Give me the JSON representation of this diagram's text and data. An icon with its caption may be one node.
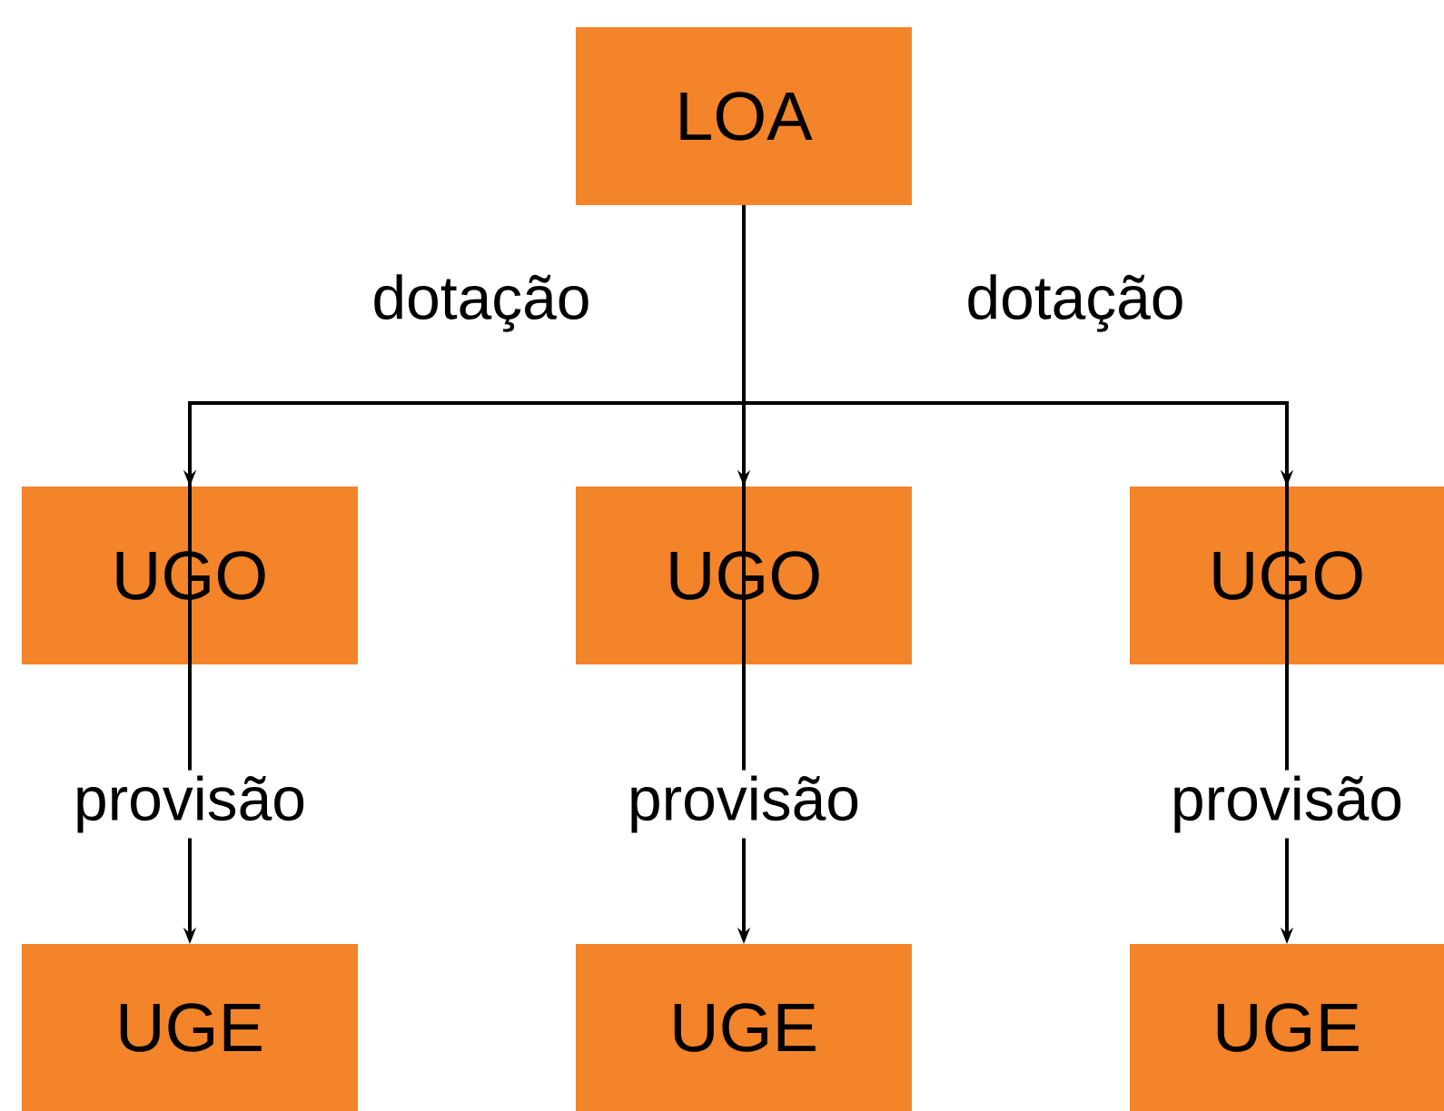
{
  "diagram": {
    "nodes": [
      {
        "text": [
          "LOA"
        ]
      },
      {
        "text": [
          "UGO"
        ]
      },
      {
        "text": [
          "UGO"
        ]
      },
      {
        "text": [
          "UGO"
        ]
      },
      {
        "text": [
          "UGE"
        ]
      },
      {
        "text": [
          "UGE"
        ]
      },
      {
        "text": [
          "UGE"
        ]
      }
    ],
    "edges": [
      {
        "from": 0,
        "to": 1,
        "arrow": "to",
        "label": "dotação"
      },
      {
        "from": 0,
        "to": 2,
        "arrow": "to"
      },
      {
        "from": 0,
        "to": 3,
        "arrow": "to",
        "label": "dotação"
      },
      {
        "from": 1,
        "to": 4,
        "arrow": "to",
        "label": "provisão"
      },
      {
        "from": 2,
        "to": 5,
        "arrow": "to",
        "label": "provisão"
      },
      {
        "from": 3,
        "to": 6,
        "arrow": "to",
        "label": "provisão"
      }
    ]
  }
}
